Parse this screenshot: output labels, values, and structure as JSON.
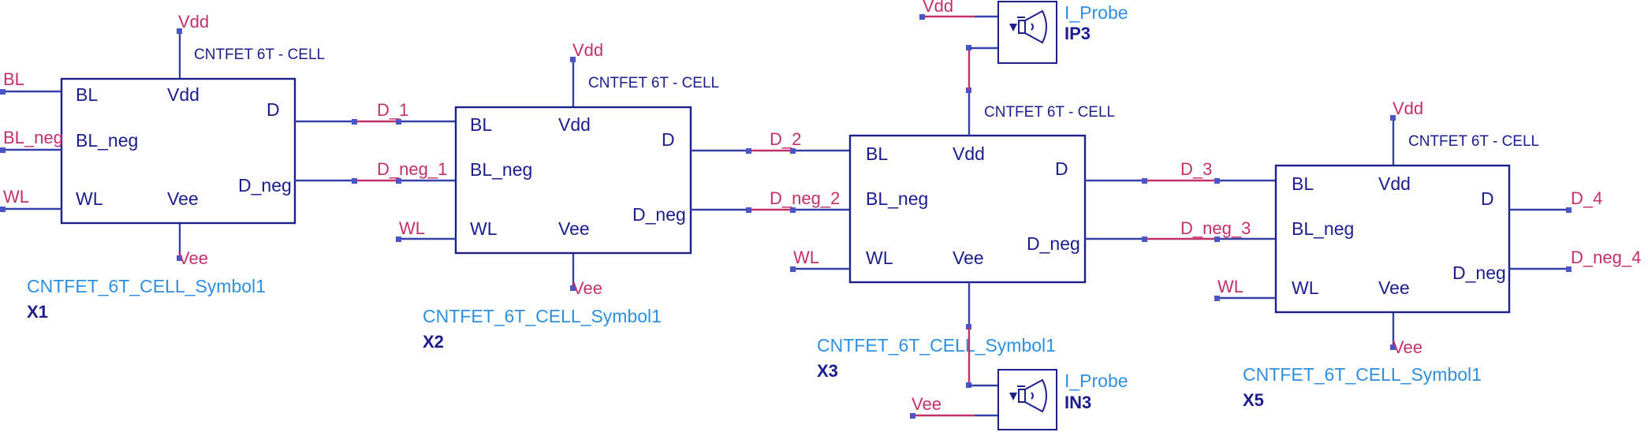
{
  "cell_title": "CNTFET 6T - CELL",
  "pins": {
    "bl": "BL",
    "vdd": "Vdd",
    "d": "D",
    "bl_neg": "BL_neg",
    "d_neg": "D_neg",
    "wl": "WL",
    "vee": "Vee"
  },
  "symbol_name": "CNTFET_6T_CELL_Symbol1",
  "instances": {
    "x1": "X1",
    "x2": "X2",
    "x3": "X3",
    "x5": "X5"
  },
  "nets": {
    "vdd": "Vdd",
    "vee": "Vee",
    "bl": "BL",
    "bl_neg": "BL_neg",
    "wl": "WL",
    "d_1": "D_1",
    "d_neg_1": "D_neg_1",
    "d_2": "D_2",
    "d_neg_2": "D_neg_2",
    "d_3": "D_3",
    "d_neg_3": "D_neg_3",
    "d_4": "D_4",
    "d_neg_4": "D_neg_4"
  },
  "probes": {
    "type": "I_Probe",
    "top": "IP3",
    "bottom": "IN3"
  }
}
